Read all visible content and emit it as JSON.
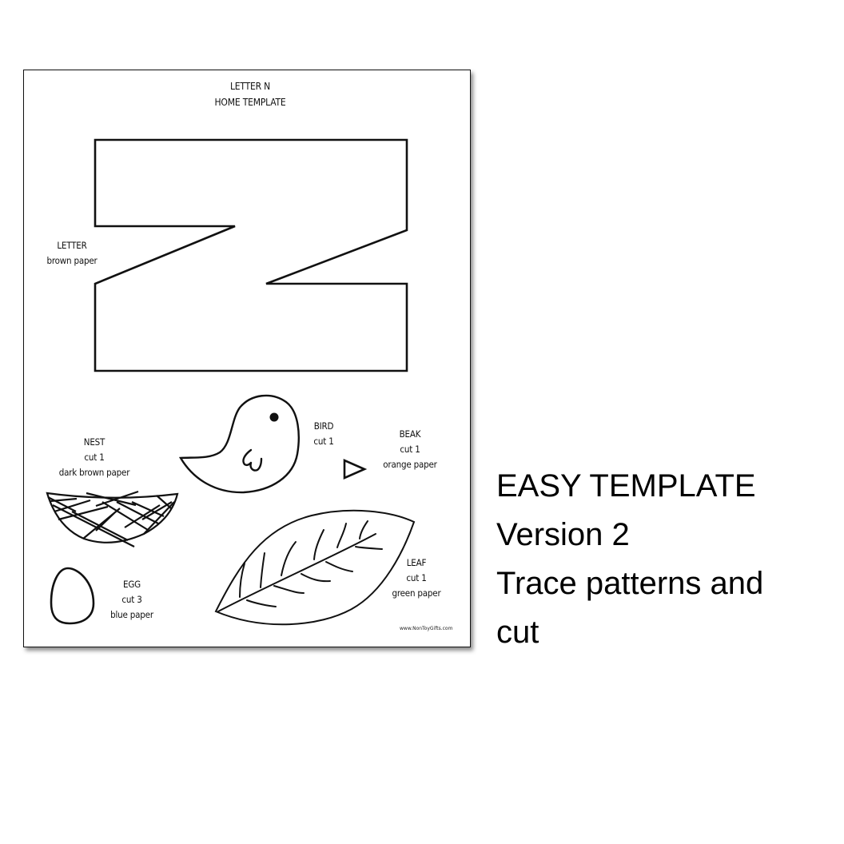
{
  "template_sheet": {
    "title": {
      "line1": "LETTER N",
      "line2": "HOME TEMPLATE"
    },
    "pieces": {
      "letter": {
        "name": "LETTER",
        "material": "brown paper",
        "icon": "letter-n-shape"
      },
      "bird": {
        "name": "BIRD",
        "cut": "cut 1",
        "icon": "bird-shape"
      },
      "beak": {
        "name": "BEAK",
        "cut": "cut 1",
        "material": "orange paper",
        "icon": "triangle-beak-shape"
      },
      "nest": {
        "name": "NEST",
        "cut": "cut 1",
        "material": "dark brown paper",
        "icon": "nest-shape"
      },
      "leaf": {
        "name": "LEAF",
        "cut": "cut 1",
        "material": "green paper",
        "icon": "leaf-shape"
      },
      "egg": {
        "name": "EGG",
        "cut": "cut 3",
        "material": "blue paper",
        "icon": "egg-shape"
      }
    },
    "credit": "www.NonToyGifts.com"
  },
  "caption": {
    "line1": "EASY TEMPLATE",
    "line2": "Version 2",
    "line3": "Trace patterns and",
    "line4": "cut"
  },
  "colors": {
    "ink": "#111111",
    "background": "#ffffff"
  }
}
